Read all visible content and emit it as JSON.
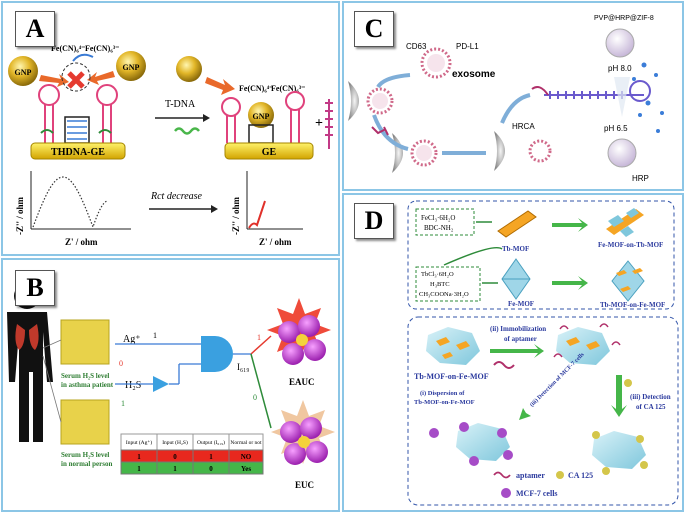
{
  "panels": {
    "A": {
      "label": "A",
      "gnp": "GNP",
      "fecn4": "Fe(CN)₆⁴⁻",
      "fecn3": "Fe(CN)₆³⁻",
      "electrode_left": "THDNA-GE",
      "electrode_right": "GE",
      "tdna": "T-DNA",
      "ylabel": "-Z'' / ohm",
      "xlabel": "Z' / ohm",
      "rct_decrease": "Rct decrease",
      "plus": "+"
    },
    "B": {
      "label": "B",
      "ag": "Ag⁺",
      "h2s": "H₂S",
      "one_a": "1",
      "zero": "0",
      "one_b": "1",
      "out_one": "1",
      "out_zero": "0",
      "i619": "I₆₁₉",
      "asthma": "Serum H₂S level in asthma patient",
      "normal": "Serum H₂S level in normal person",
      "eauc": "EAUC",
      "euc": "EUC",
      "table": {
        "headers": [
          "Input (Ag⁺)",
          "Input (H₂S)",
          "Output (I₆₁₉)",
          "Normal or not"
        ],
        "rows": [
          [
            "1",
            "0",
            "1",
            "NO"
          ],
          [
            "1",
            "1",
            "0",
            "Yes"
          ]
        ],
        "colors": [
          "#e8281e",
          "#45b649"
        ]
      }
    },
    "C": {
      "label": "C",
      "cd63": "CD63",
      "pdl1": "PD-L1",
      "exosome": "exosome",
      "pvp": "PVP@HRP@ZIF-8",
      "ph8": "pH 8.0",
      "ph65": "pH 6.5",
      "hrca": "HRCA",
      "hrp": "HRP"
    },
    "D": {
      "label": "D",
      "reagents_top": [
        "FeCl₃·6H₂O",
        "BDC-NH₂"
      ],
      "reagents_bottom": [
        "TbCl₃·6H₂O",
        "H₃BTC",
        "CH₃COONa·3H₂O"
      ],
      "tb_mof": "Tb-MOF",
      "fe_mof": "Fe-MOF",
      "fe_on_tb": "Fe-MOF-on-Tb-MOF",
      "tb_on_fe": "Tb-MOF-on-Fe-MOF",
      "tb_on_fe_main": "Tb-MOF-on-Fe-MOF",
      "step2": "(ii) Immobilization of aptamer",
      "step1": "(i) Dispersion of Tb-MOF-on-Fe-MOF",
      "step3": "(iii) Detection of CA 125",
      "step3b": "(iii) Detection of MCF-7 cells",
      "legend_aptamer": "aptamer",
      "legend_ca125": "CA 125",
      "legend_mcf7": "MCF-7 cells"
    }
  }
}
